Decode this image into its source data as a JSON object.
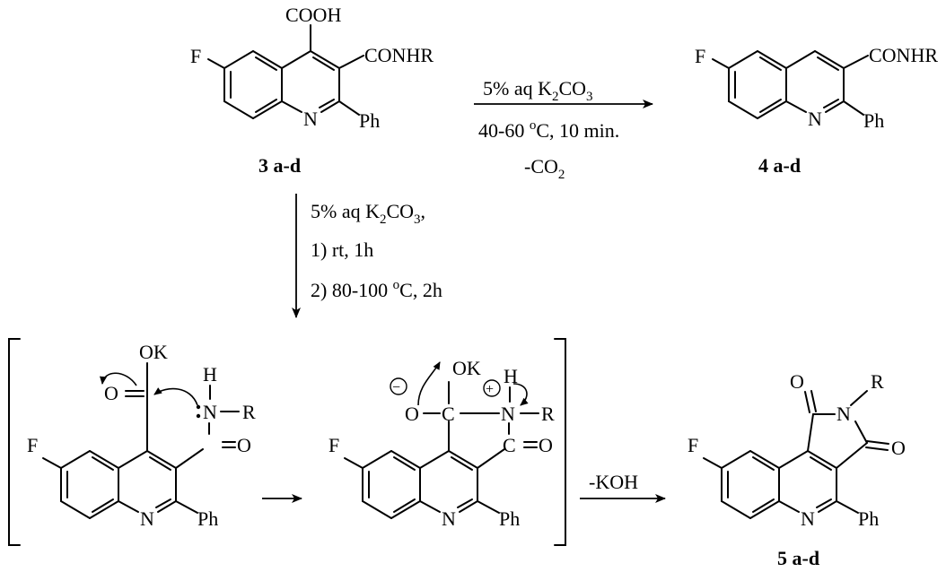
{
  "compounds": {
    "c3": {
      "label": "3 a-d",
      "acid": "COOH",
      "amide": "CONHR",
      "f": "F",
      "n": "N",
      "ph": "Ph"
    },
    "c4": {
      "label": "4 a-d",
      "amide": "CONHR",
      "f": "F",
      "n": "N",
      "ph": "Ph"
    },
    "c5": {
      "label": "5 a-d",
      "r": "R",
      "n_ring": "N",
      "o1": "O",
      "o2": "O",
      "f": "F",
      "n": "N",
      "ph": "Ph"
    }
  },
  "intermediates": {
    "i1": {
      "ok": "OK",
      "o": "O",
      "h": "H",
      "nr_n": "N",
      "nr_r": "R",
      "co_o": "O",
      "f": "F",
      "n": "N",
      "ph": "Ph"
    },
    "i2": {
      "ok": "OK",
      "o": "O",
      "h": "H",
      "n": "N",
      "r": "R",
      "co_o": "O",
      "f": "F",
      "qn": "N",
      "ph": "Ph",
      "minus": "−",
      "plus": "+"
    }
  },
  "conditions": {
    "top": {
      "base_pre": "5% aq K",
      "base_sub1": "2",
      "base_mid": "CO",
      "base_sub2": "3",
      "temp_pre": "40-60 ",
      "temp_deg": "o",
      "temp_post": "C, 10 min.",
      "co2_pre": "-CO",
      "co2_sub": "2"
    },
    "down": {
      "base_pre": "5% aq K",
      "base_sub1": "2",
      "base_mid": "CO",
      "base_sub2": "3",
      "base_post": ",",
      "step1": "1) rt, 1h",
      "step2_pre": "2) 80-100 ",
      "step2_deg": "o",
      "step2_post": "C, 2h"
    },
    "final": {
      "label": "-KOH"
    }
  }
}
